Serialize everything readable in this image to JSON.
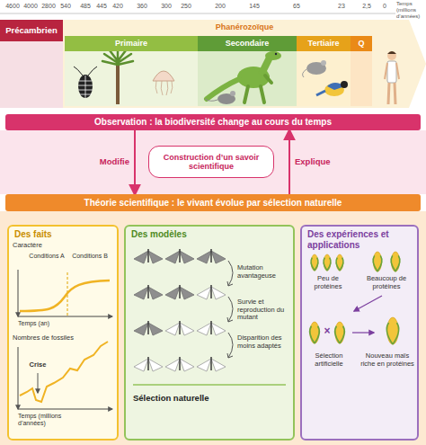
{
  "diagram": {
    "nodes": [
      {
        "text": [
          "Précambrien"
        ]
      },
      {
        "text": [
          "Phanérozoïque"
        ]
      },
      {
        "text": [
          "Primaire"
        ],
        "in": 1
      },
      {
        "text": [
          "Secondaire"
        ],
        "in": 1
      },
      {
        "text": [
          "Tertiaire"
        ],
        "in": 1
      },
      {
        "text": [
          "Q"
        ],
        "in": 1
      },
      {
        "text": [
          "Observation : la biodiversité change au cours du temps"
        ]
      },
      {
        "text": [
          "Construction d’un savoir scientifique"
        ]
      },
      {
        "text": [
          "Théorie scientifique : le vivant évolue par sélection naturelle"
        ]
      },
      {
        "text": [
          "Des faits"
        ]
      },
      {
        "text": [
          "Des modèles"
        ]
      },
      {
        "text": [
          "Des expériences et applications"
        ]
      }
    ],
    "edges": [
      {
        "from": 6,
        "to": 8,
        "label": "Modifie",
        "arrow": "to"
      },
      {
        "from": 8,
        "to": 6,
        "label": "Explique",
        "arrow": "to"
      }
    ],
    "labels": [
      "4600",
      "4000",
      "2800",
      "540",
      "485",
      "445",
      "420",
      "360",
      "300",
      "250",
      "200",
      "145",
      "65",
      "23",
      "2,5",
      "0",
      "Temps (millions d’années)",
      "Caractère",
      "Conditions A",
      "Conditions B",
      "Temps (an)",
      "Nombres de fossiles",
      "Crise",
      "Temps (millions d’années)",
      "Mutation avantageuse",
      "Survie et reproduction du mutant",
      "Disparition des moins adaptés",
      "Sélection naturelle",
      "Peu de protéines",
      "Beaucoup de protéines",
      "×",
      "Sélection artificielle",
      "Nouveau maïs riche en protéines"
    ]
  }
}
